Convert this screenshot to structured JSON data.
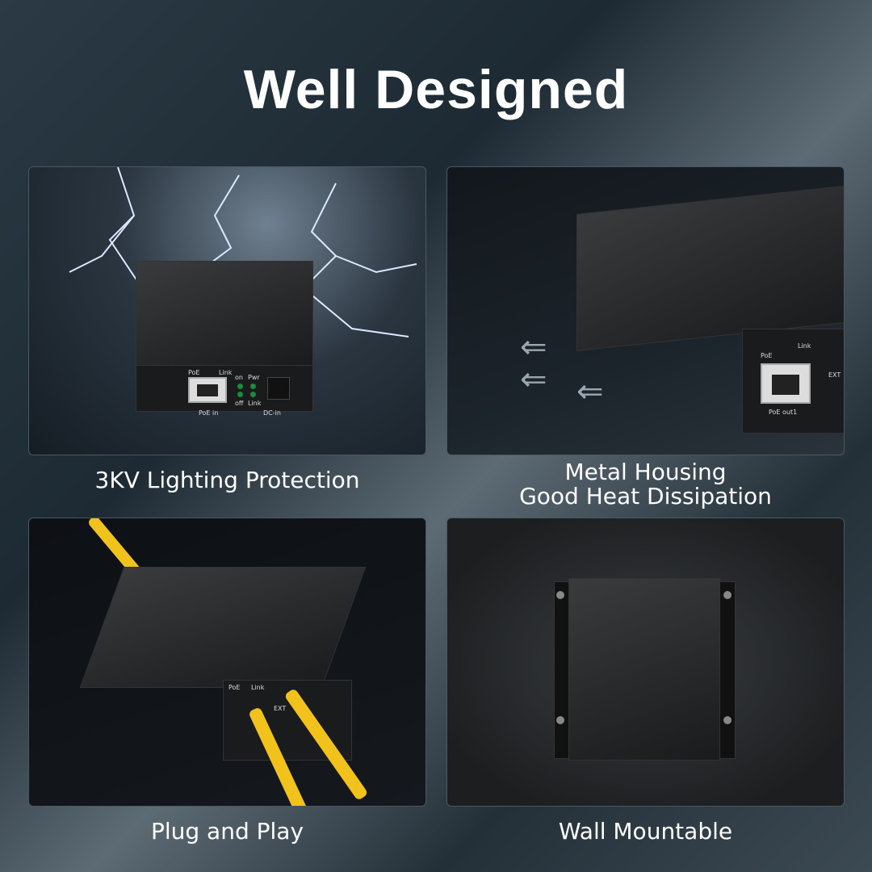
{
  "title": "Well Designed",
  "panels": [
    {
      "caption": "3KV Lighting Protection",
      "labels": {
        "poe": "PoE",
        "link": "Link",
        "on": "on",
        "pwr": "Pwr",
        "off": "off",
        "link2": "Link",
        "poe_in": "PoE in",
        "dc_in": "DC-in"
      }
    },
    {
      "caption_line1": "Metal Housing",
      "caption_line2": "Good Heat Dissipation",
      "labels": {
        "poe": "PoE",
        "link": "Link",
        "poe_out": "PoE out1",
        "ext": "EXT"
      }
    },
    {
      "caption": "Plug and Play",
      "labels": {
        "poe": "PoE",
        "link": "Link",
        "ext": "EXT"
      }
    },
    {
      "caption": "Wall Mountable"
    }
  ],
  "colors": {
    "cable": "#f1c21b",
    "led_green": "#1c8a3a",
    "led_yellow": "#c8c02a"
  }
}
